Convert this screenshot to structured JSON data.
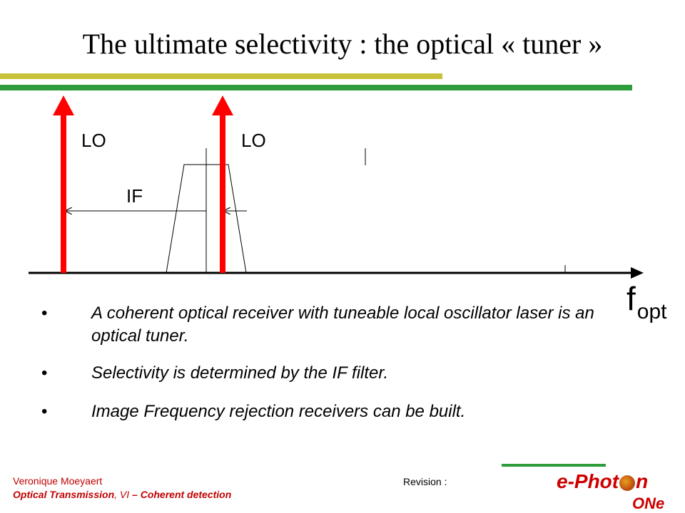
{
  "title": "The ultimate selectivity : the optical « tuner »",
  "colors": {
    "bar_olive": "#c9c13a",
    "bar_green": "#2e9c3a",
    "arrow_red": "#ff0000",
    "footer_red": "#c00000",
    "logo_red": "#cc0000"
  },
  "diagram": {
    "lo_left_label": "LO",
    "lo_right_label": "LO",
    "if_label": "IF",
    "axis_label": "f",
    "axis_subscript": "opt"
  },
  "bullets": [
    "A coherent optical receiver with tuneable local oscillator laser is an optical tuner.",
    "Selectivity is determined by the IF filter.",
    "Image Frequency rejection receivers can be built."
  ],
  "bullet_symbol": "•",
  "footer": {
    "author": "Veronique Moeyaert",
    "course_bold": "Optical Transmission",
    "course_sep": ", VI ",
    "course_tail": "– Coherent detection",
    "revision": "Revision :"
  },
  "logo": {
    "part1": "e-Phot",
    "part2": "n",
    "part3": "ONe"
  }
}
